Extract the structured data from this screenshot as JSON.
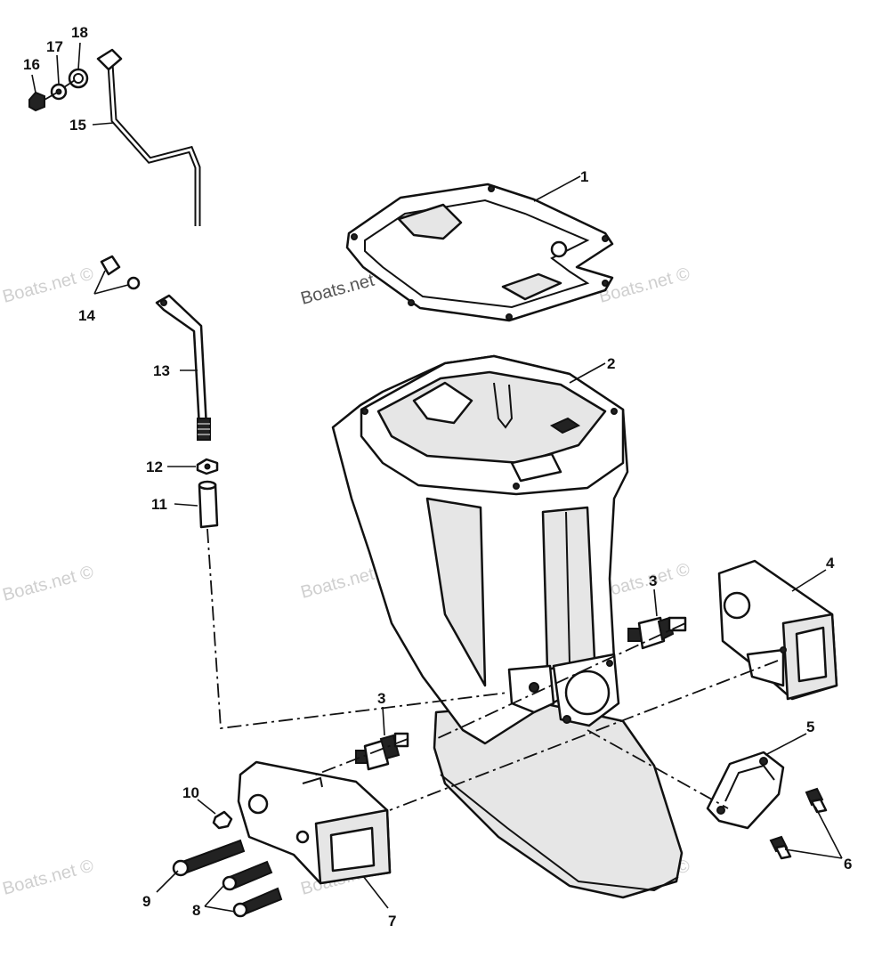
{
  "callouts": {
    "c1": "1",
    "c2": "2",
    "c3a": "3",
    "c3b": "3",
    "c4": "4",
    "c5": "5",
    "c6": "6",
    "c7": "7",
    "c8": "8",
    "c9": "9",
    "c10": "10",
    "c11": "11",
    "c12": "12",
    "c13": "13",
    "c14": "14",
    "c15": "15",
    "c16": "16",
    "c17": "17",
    "c18": "18"
  },
  "watermark": {
    "text": "Boats.net ©"
  }
}
